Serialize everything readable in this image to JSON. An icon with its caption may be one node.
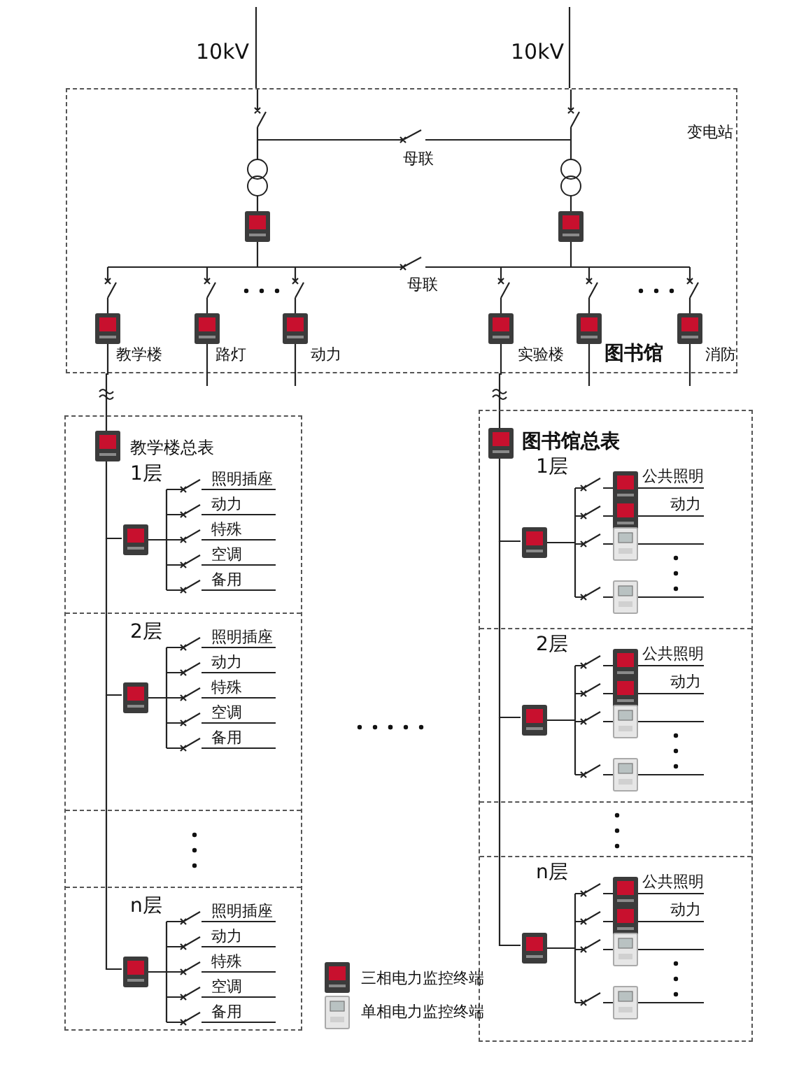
{
  "diagram": {
    "nodes": [
      {
        "text": [
          "变电站",
          "母联",
          "母联",
          "教学楼",
          "路灯",
          "动力",
          "实验楼",
          "图书馆",
          "消防"
        ]
      },
      {
        "text": [
          "教学楼总表"
        ]
      },
      {
        "text": [
          "1层",
          "照明插座",
          "动力",
          "特殊",
          "空调",
          "备用"
        ],
        "in": 1
      },
      {
        "text": [
          "2层",
          "照明插座",
          "动力",
          "特殊",
          "空调",
          "备用"
        ],
        "in": 1
      },
      {
        "text": [],
        "shape": "box",
        "in": 1
      },
      {
        "text": [
          "n层",
          "照明插座",
          "动力",
          "特殊",
          "空调",
          "备用"
        ],
        "in": 1
      },
      {
        "text": [
          "图书馆总表"
        ]
      },
      {
        "text": [
          "1层",
          "公共照明",
          "动力"
        ],
        "in": 6
      },
      {
        "text": [
          "2层",
          "公共照明",
          "动力"
        ],
        "in": 6
      },
      {
        "text": [],
        "shape": "box",
        "in": 6
      },
      {
        "text": [
          "n层",
          "公共照明",
          "动力"
        ],
        "in": 6
      }
    ],
    "edges": [
      {
        "from": null,
        "to": 0,
        "arrow": "none"
      },
      {
        "from": null,
        "to": 0,
        "arrow": "none"
      },
      {
        "from": 0,
        "to": 1,
        "arrow": "none"
      },
      {
        "from": 0,
        "to": 6,
        "arrow": "none"
      },
      {
        "from": 1,
        "to": 2,
        "arrow": "none"
      },
      {
        "from": 2,
        "to": 3,
        "arrow": "none"
      },
      {
        "from": 3,
        "to": 4,
        "arrow": "none"
      },
      {
        "from": 4,
        "to": 5,
        "arrow": "none"
      },
      {
        "from": 6,
        "to": 7,
        "arrow": "none"
      },
      {
        "from": 7,
        "to": 8,
        "arrow": "none"
      },
      {
        "from": 8,
        "to": 9,
        "arrow": "none"
      },
      {
        "from": 9,
        "to": 10,
        "arrow": "none"
      }
    ],
    "labels": [
      "10kV",
      "10kV"
    ],
    "legend": [
      {
        "text": "三相电力监控终端"
      },
      {
        "text": "单相电力监控终端"
      }
    ]
  }
}
